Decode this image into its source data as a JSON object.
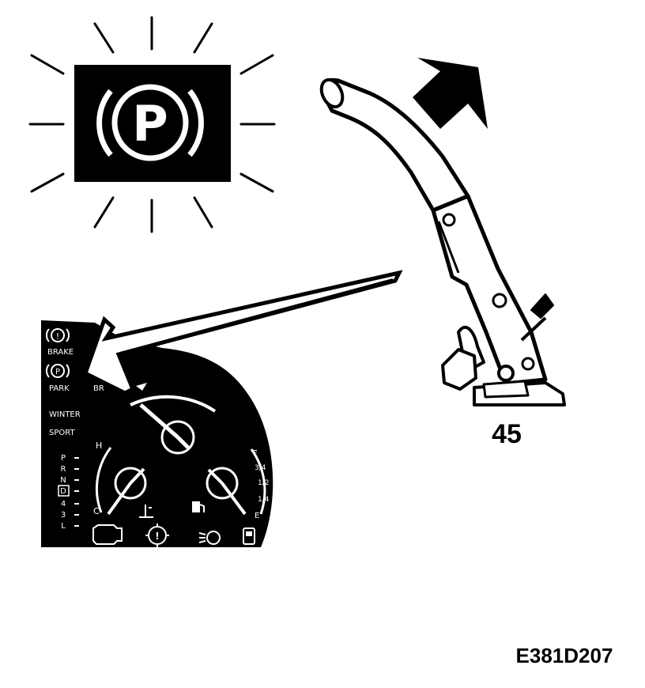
{
  "warning_lamp": {
    "symbol": "P",
    "icon": "parking-brake-warning-icon"
  },
  "callout_number": "45",
  "figure_code": "E381D207",
  "cluster": {
    "indicator_labels": {
      "brake": "BRAKE",
      "park": "PARK",
      "partial": "BR"
    },
    "mode_labels": {
      "winter": "WINTER",
      "sport": "SPORT"
    },
    "gear_positions": [
      "P",
      "R",
      "N",
      "D",
      "4",
      "3",
      "L"
    ],
    "selected_gear": "D",
    "temp_scale": {
      "high": "H",
      "low": "C"
    },
    "fuel_scale": [
      "F",
      "3/4",
      "1/2",
      "1/4",
      "E"
    ],
    "bottom_icons": [
      "engine-check-icon",
      "oil-pressure-icon",
      "brake-system-icon",
      "headlight-icon",
      "fuel-pump-icon"
    ]
  }
}
